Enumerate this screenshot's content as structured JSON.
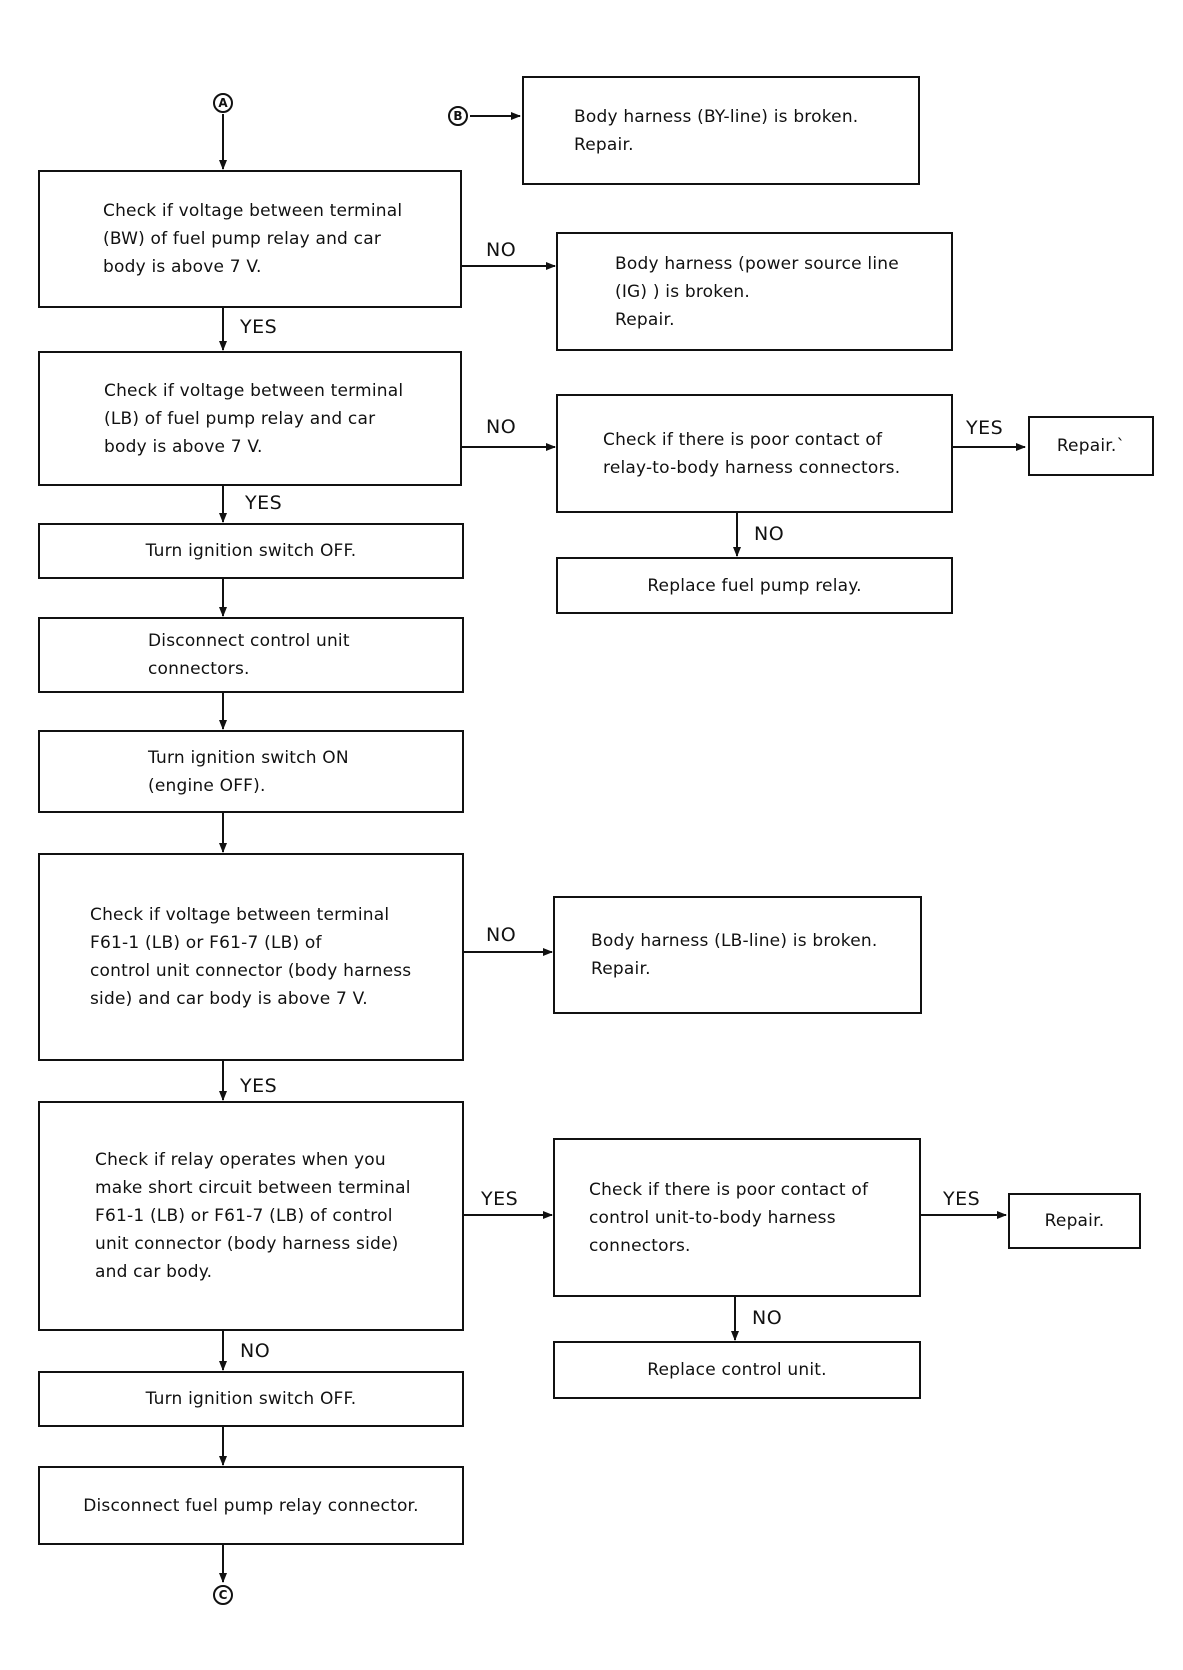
{
  "connectors": {
    "a": "A",
    "b": "B",
    "c": "C"
  },
  "boxes": {
    "by_line_broken": "Body harness (BY-line) is broken.\nRepair.",
    "check_bw": "Check if voltage between terminal\n(BW) of fuel pump relay and car\nbody is above 7 V.",
    "ig_broken": "Body harness (power source line\n(IG) ) is broken.\nRepair.",
    "check_lb": "Check if voltage between terminal\n(LB) of fuel pump relay and car\nbody is above 7 V.",
    "poor_contact_relay": "Check if there is poor contact of\nrelay-to-body harness connectors.",
    "repair_1": "Repair.`",
    "replace_relay": "Replace fuel pump relay.",
    "ign_off_1": "Turn ignition switch OFF.",
    "disconnect_cu": "Disconnect control unit\nconnectors.",
    "ign_on": "Turn ignition switch ON\n(engine OFF).",
    "check_f61": "Check if voltage between terminal\nF61-1 (LB) or F61-7 (LB) of\ncontrol unit connector (body harness\nside) and car body is above 7 V.",
    "lb_broken": "Body harness (LB-line) is broken.\nRepair.",
    "check_relay_short": "Check if relay operates when you\nmake short circuit between terminal\nF61-1 (LB) or F61-7 (LB) of control\nunit connector (body harness side)\nand car body.",
    "poor_contact_cu": "Check if there is poor contact of\ncontrol unit-to-body harness\nconnectors.",
    "repair_2": "Repair.",
    "replace_cu": "Replace control unit.",
    "ign_off_2": "Turn ignition switch OFF.",
    "disconnect_relay": "Disconnect fuel pump relay connector."
  },
  "labels": {
    "no_1": "NO",
    "yes_1": "YES",
    "no_2": "NO",
    "yes_2": "YES",
    "yes_3": "YES",
    "no_3": "NO",
    "no_4": "NO",
    "yes_4": "YES",
    "yes_5": "YES",
    "yes_6": "YES",
    "no_5": "NO",
    "no_6": "NO"
  }
}
